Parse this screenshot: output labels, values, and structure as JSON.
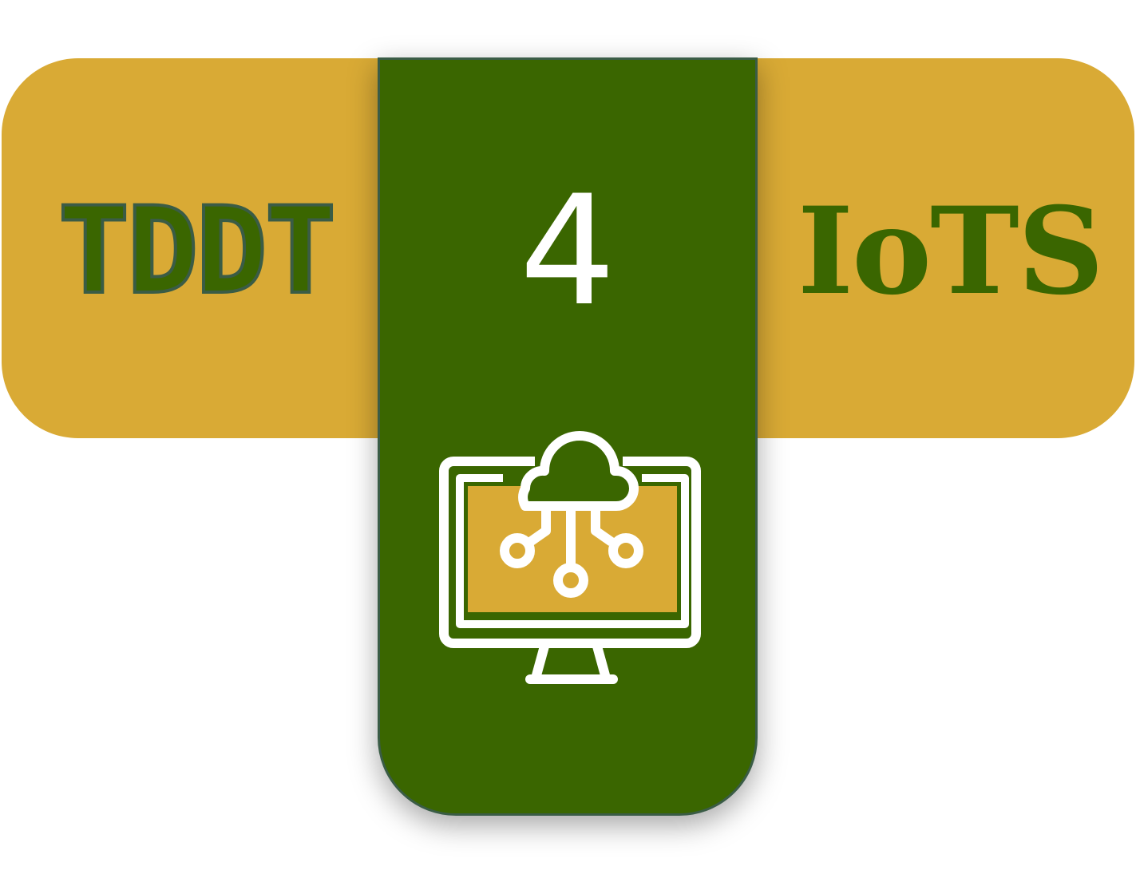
{
  "left_label": "TDDT",
  "step_number": "4",
  "right_label": "IoTS",
  "icon": "cloud-computer-network-icon",
  "colors": {
    "band": "#d9aa35",
    "tab": "#3a6600",
    "tab_border": "#3a5c46",
    "text_green": "#3a6600",
    "icon_white": "#ffffff"
  }
}
